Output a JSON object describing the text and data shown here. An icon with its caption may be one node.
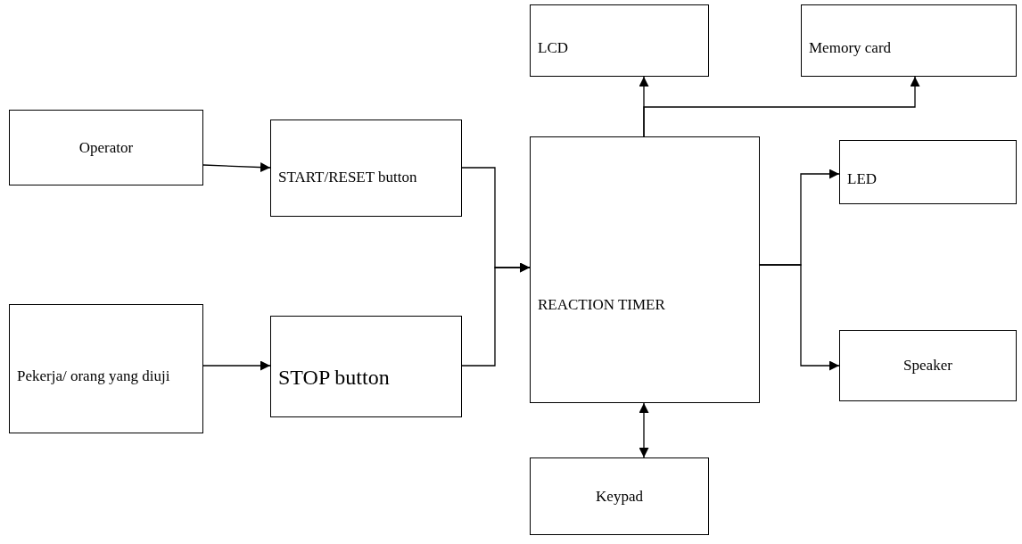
{
  "diagram": {
    "nodes": [
      {
        "text": [
          "Operator"
        ]
      },
      {
        "text": [
          "START/RESET button"
        ]
      },
      {
        "text": [
          "Pekerja/ orang yang diuji"
        ]
      },
      {
        "text": [
          "STOP button"
        ]
      },
      {
        "text": [
          "REACTION TIMER"
        ]
      },
      {
        "text": [
          "LCD"
        ]
      },
      {
        "text": [
          "Memory card"
        ]
      },
      {
        "text": [
          "LED"
        ]
      },
      {
        "text": [
          "Speaker"
        ]
      },
      {
        "text": [
          "Keypad"
        ]
      }
    ],
    "edges": [
      {
        "from": 0,
        "to": 1,
        "arrow": "to"
      },
      {
        "from": 2,
        "to": 3,
        "arrow": "to"
      },
      {
        "from": 1,
        "to": 4,
        "arrow": "to"
      },
      {
        "from": 3,
        "to": 4,
        "arrow": "to"
      },
      {
        "from": 4,
        "to": 5,
        "arrow": "to"
      },
      {
        "from": 4,
        "to": 6,
        "arrow": "to"
      },
      {
        "from": 4,
        "to": 7,
        "arrow": "to"
      },
      {
        "from": 4,
        "to": 8,
        "arrow": "to"
      },
      {
        "from": 4,
        "to": 9,
        "arrow": "both"
      }
    ]
  }
}
